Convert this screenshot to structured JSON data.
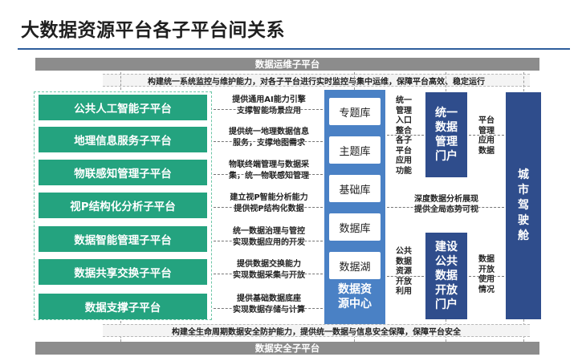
{
  "title": "大数据资源平台各子平台间关系",
  "bands": {
    "ops": "数据运维子平台",
    "security": "数据安全子平台"
  },
  "strips": {
    "top": "构建统一系统监控与维护能力，对各子平台进行实时监控与集中运维，保障平台高效、稳定运行",
    "bottom": "构建全生命周期数据安全防护能力，提供统一数据与信息安全保障，保障平台安全"
  },
  "platforms": [
    {
      "label": "公共人工智能子平台",
      "desc_1": "提供通用AI能力引擎",
      "desc_2": "支撑智能场景应用"
    },
    {
      "label": "地理信息服务子平台",
      "desc_1": "提供统一地理数据信息",
      "desc_2": "服务，支撑地图需求"
    },
    {
      "label": "物联感知管理子平台",
      "desc_1": "物联终端管理与数据采",
      "desc_2": "集，统一物联感知管理"
    },
    {
      "label": "视P结构化分析子平台",
      "desc_1": "建立视P智能分析能力",
      "desc_2": "提供视P结构化数据"
    },
    {
      "label": "数据智能管理子平台",
      "desc_1": "统一数据治理与管控",
      "desc_2": "实现数据应用的开发"
    },
    {
      "label": "数据共享交换子平台",
      "desc_1": "提供数据交换能力",
      "desc_2": "实现数据采集与开放"
    },
    {
      "label": "数据支撑子平台",
      "desc_1": "提供基础数据底座",
      "desc_2": "实现数据存储与计算"
    }
  ],
  "data_center": {
    "label_line1": "数据资",
    "label_line2": "源中心",
    "libraries": [
      "专题库",
      "主题库",
      "基础库",
      "数据库",
      "数据湖"
    ]
  },
  "unified_entry": [
    "统一",
    "管理",
    "入口",
    "整合",
    "各子",
    "平台",
    "应用",
    "功能"
  ],
  "public_open": [
    "公共",
    "数据",
    "资源",
    "开放",
    "利用"
  ],
  "portal_mgmt": [
    "统一",
    "数据",
    "管理",
    "门户"
  ],
  "portal_open": [
    "建设",
    "公共",
    "数据",
    "开放",
    "门户"
  ],
  "platform_mgmt_text": [
    "平台",
    "管理",
    "应用",
    "数据"
  ],
  "open_usage_text": [
    "数据",
    "开放",
    "使用",
    "情况"
  ],
  "deep_analysis": {
    "line1": "深度数据分析展现",
    "line2": "提供全局态势可视"
  },
  "cockpit": [
    "城",
    "市",
    "驾",
    "驶",
    "舱"
  ]
}
